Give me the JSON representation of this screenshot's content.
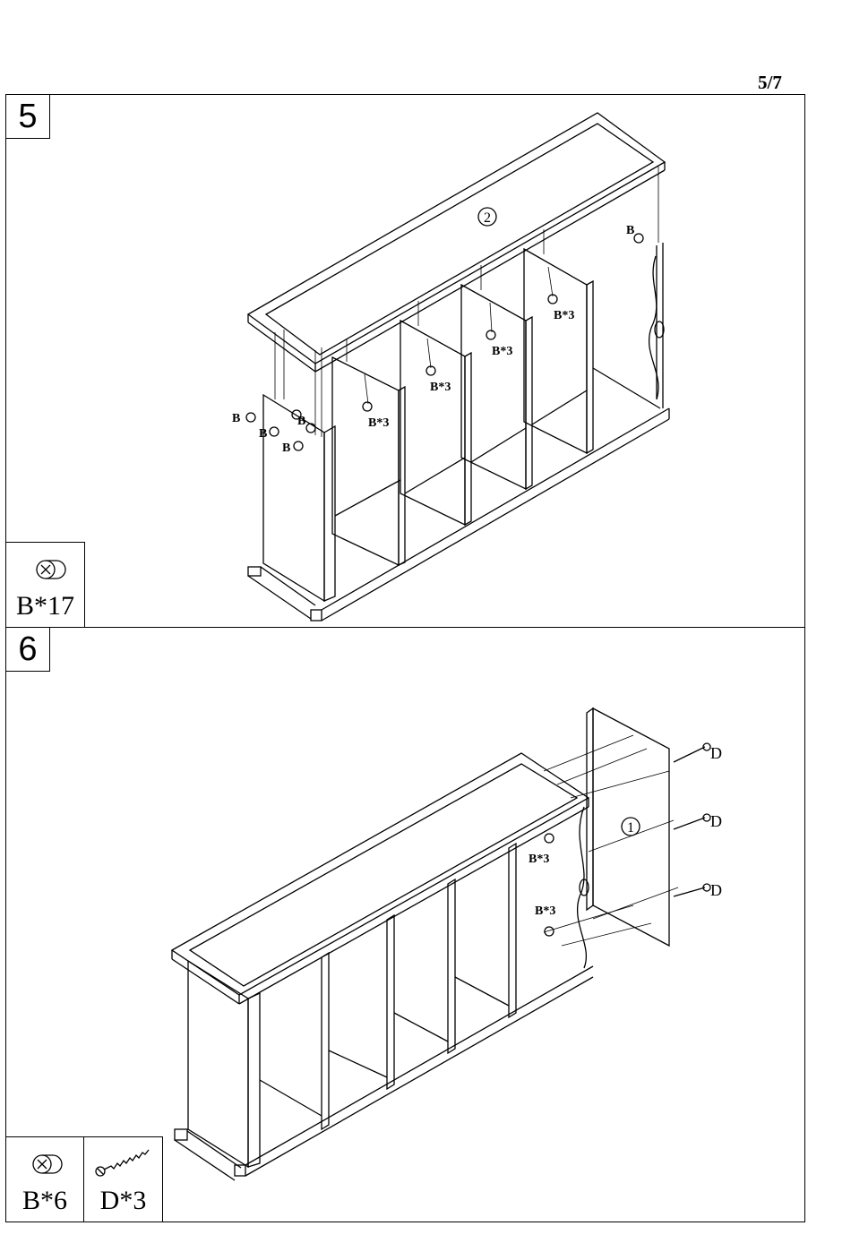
{
  "page": {
    "number": "5/7"
  },
  "steps": [
    {
      "number": "5",
      "panel_marker": "2",
      "callouts": {
        "b": "B",
        "b3": "B*3"
      },
      "parts": [
        {
          "icon": "cam-lock-icon",
          "label": "B*17"
        }
      ]
    },
    {
      "number": "6",
      "panel_marker": "1",
      "callouts": {
        "b3": "B*3",
        "d": "D"
      },
      "parts": [
        {
          "icon": "cam-lock-icon",
          "label": "B*6"
        },
        {
          "icon": "screw-icon",
          "label": "D*3"
        }
      ]
    }
  ]
}
